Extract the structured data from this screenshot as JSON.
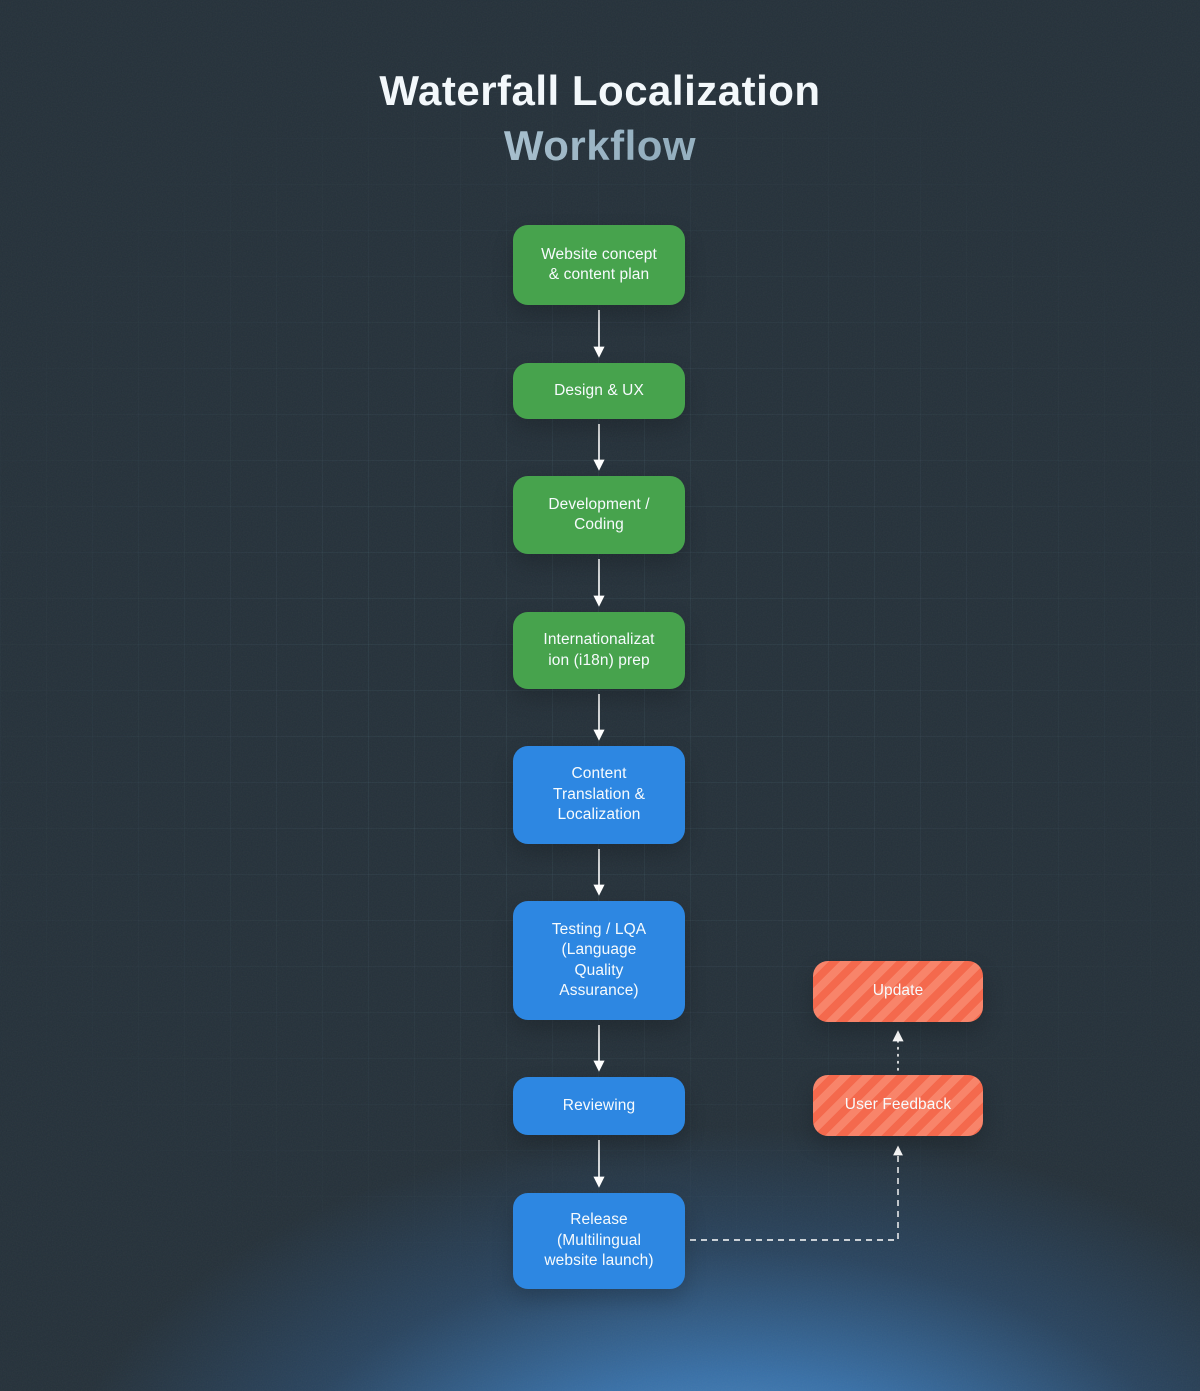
{
  "title": {
    "line1": "Waterfall Localization",
    "line2": "Workflow"
  },
  "colors": {
    "background": "#25313a",
    "step_green": "#47a34d",
    "step_blue": "#2d87e2",
    "feedback_orange": "#f4694d",
    "feedback_orange_stripe": "#f8846a",
    "arrow": "#ffffff",
    "bottom_glow_blue": "#3f83c4",
    "title_primary": "#f3f8fb",
    "title_secondary": "#a7c0d0"
  },
  "diagram": {
    "main_steps": [
      {
        "label": "Website concept\n& content plan",
        "color": "green"
      },
      {
        "label": "Design & UX",
        "color": "green"
      },
      {
        "label": "Development /\nCoding",
        "color": "green"
      },
      {
        "label": "Internationalizat\nion (i18n) prep",
        "color": "green"
      },
      {
        "label": "Content\nTranslation &\nLocalization",
        "color": "blue"
      },
      {
        "label": "Testing / LQA\n(Language\nQuality\nAssurance)",
        "color": "blue"
      },
      {
        "label": "Reviewing",
        "color": "blue"
      },
      {
        "label": "Release\n(Multilingual\nwebsite launch)",
        "color": "blue"
      }
    ],
    "feedback_steps": [
      {
        "label": "Update",
        "color": "orange"
      },
      {
        "label": "User Feedback",
        "color": "orange"
      }
    ],
    "edges": [
      {
        "from": "Website concept & content plan",
        "to": "Design & UX",
        "style": "solid"
      },
      {
        "from": "Design & UX",
        "to": "Development / Coding",
        "style": "solid"
      },
      {
        "from": "Development / Coding",
        "to": "Internationalization (i18n) prep",
        "style": "solid"
      },
      {
        "from": "Internationalization (i18n) prep",
        "to": "Content Translation & Localization",
        "style": "solid"
      },
      {
        "from": "Content Translation & Localization",
        "to": "Testing / LQA (Language Quality Assurance)",
        "style": "solid"
      },
      {
        "from": "Testing / LQA (Language Quality Assurance)",
        "to": "Reviewing",
        "style": "solid"
      },
      {
        "from": "Reviewing",
        "to": "Release (Multilingual website launch)",
        "style": "solid"
      },
      {
        "from": "Release (Multilingual website launch)",
        "to": "User Feedback",
        "style": "dashed"
      },
      {
        "from": "User Feedback",
        "to": "Update",
        "style": "dotted"
      }
    ]
  }
}
